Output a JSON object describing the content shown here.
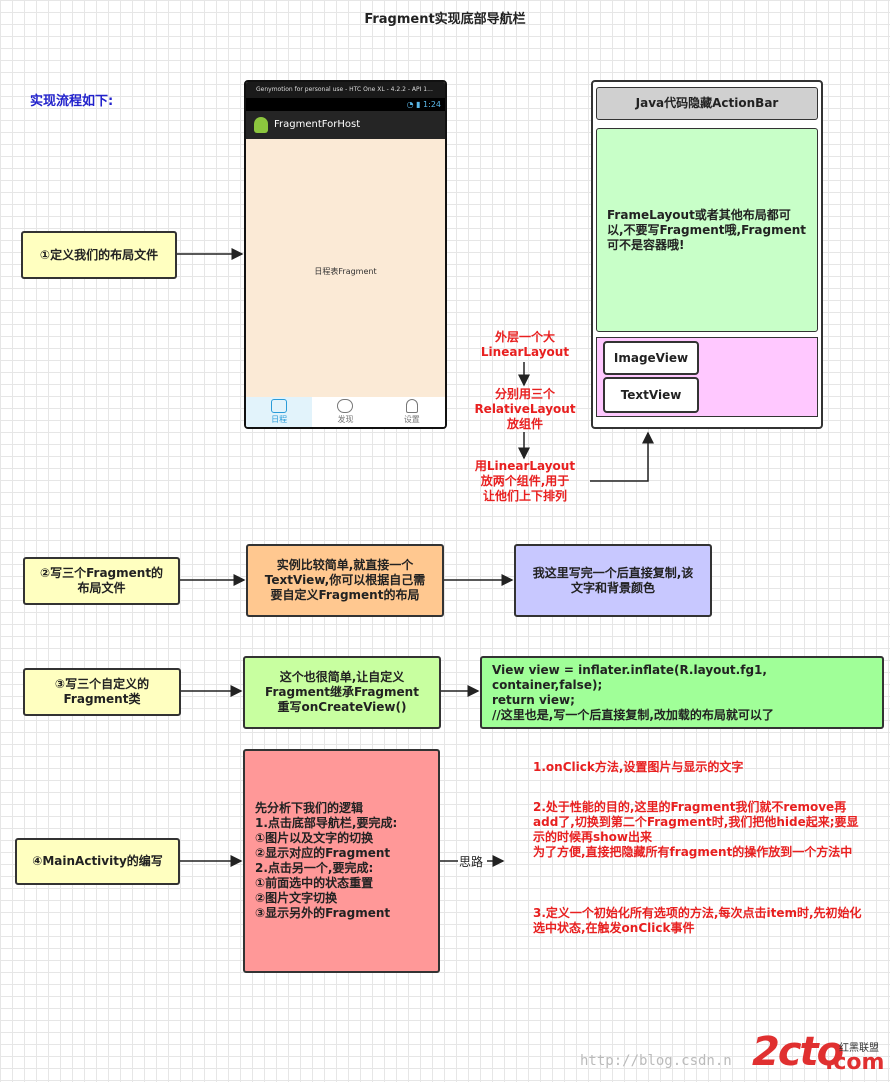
{
  "title": "Fragment实现底部导航栏",
  "subtitle": "实现流程如下:",
  "step1": {
    "label": "①定义我们的布局文件"
  },
  "phone": {
    "emulator_bar": "Genymotion for personal use - HTC One XL - 4.2.2 - API 1...",
    "status_time": "1:24",
    "app_title": "FragmentForHost",
    "content_text": "日程表Fragment",
    "tabs": [
      "日程",
      "发现",
      "设置"
    ]
  },
  "layout_mock": {
    "actionbar": "Java代码隐藏ActionBar",
    "frame_text": "FrameLayout或者其他布局都可以,不要写Fragment哦,Fragment可不是容器哦!",
    "imageview": "ImageView",
    "textview": "TextView"
  },
  "notes_red": {
    "n1": "外层一个大\nLinearLayout",
    "n2": "分别用三个\nRelativeLayout\n放组件",
    "n3": "用LinearLayout\n放两个组件,用于\n让他们上下排列"
  },
  "step2": {
    "label": "②写三个Fragment的\n布局文件",
    "box2": "实例比较简单,就直接一个\nTextView,你可以根据自己需\n要自定义Fragment的布局",
    "box3": "我这里写完一个后直接复制,该\n文字和背景颜色"
  },
  "step3": {
    "label": "③写三个自定义的\nFragment类",
    "box2": "这个也很简单,让自定义\nFragment继承Fragment\n重写onCreateView()",
    "code": "View view = inflater.inflate(R.layout.fg1, container,false);\n              return view;\n//这里也是,写一个后直接复制,改加载的布局就可以了"
  },
  "step4": {
    "label": "④MainActivity的编写",
    "logic": "先分析下我们的逻辑\n1.点击底部导航栏,要完成:\n①图片以及文字的切换\n②显示对应的Fragment\n2.点击另一个,要完成:\n①前面选中的状态重置\n②图片文字切换\n③显示另外的Fragment",
    "arrow_label": "思路",
    "ideas": [
      "1.onClick方法,设置图片与显示的文字",
      "2.处于性能的目的,这里的Fragment我们就不remove再add了,切换到第二个Fragment时,我们把他hide起来;要显示的时候再show出来\n为了方便,直接把隐藏所有fragment的操作放到一个方法中",
      "3.定义一个初始化所有选项的方法,每次点击item时,先初始化选中状态,在触发onClick事件"
    ]
  },
  "watermark": {
    "url": "http://blog.csdn.n",
    "logo": "2cto",
    "logo_sub": ".com",
    "logo_cn": "红黑联盟"
  }
}
